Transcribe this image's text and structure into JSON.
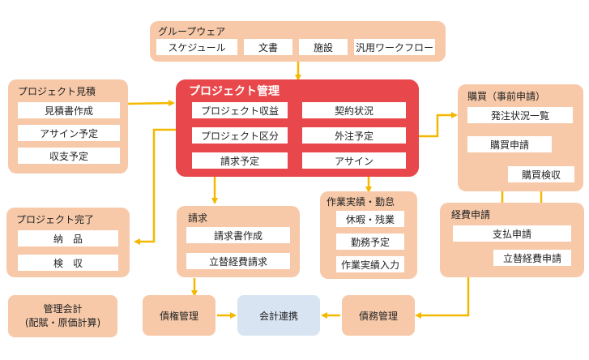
{
  "groupware": {
    "title": "グループウェア",
    "items": [
      "スケジュール",
      "文書",
      "施設",
      "汎用ワークフロー"
    ]
  },
  "estimate": {
    "title": "プロジェクト見積",
    "items": [
      "見積書作成",
      "アサイン予定",
      "収支予定"
    ]
  },
  "main": {
    "title": "プロジェクト管理",
    "items": [
      "プロジェクト収益",
      "契約状況",
      "プロジェクト区分",
      "外注予定",
      "請求予定",
      "アサイン"
    ]
  },
  "purchase": {
    "title": "購買（事前申請）",
    "items": [
      "発注状況一覧",
      "購買申請",
      "購買検収"
    ]
  },
  "completion": {
    "title": "プロジェクト完了",
    "items": [
      "納　品",
      "検　収"
    ]
  },
  "billing": {
    "title": "請求",
    "items": [
      "請求書作成",
      "立替経費請求"
    ]
  },
  "work": {
    "title": "作業実績・勤怠",
    "items": [
      "休暇・残業",
      "勤務予定",
      "作業実績入力"
    ]
  },
  "expense": {
    "title": "経費申請",
    "items": [
      "支払申請",
      "立替経費申請"
    ]
  },
  "mgmt_accounting": {
    "line1": "管理会計",
    "line2": "(配賦・原価計算)"
  },
  "receivables": "債権管理",
  "accounting_link": "会計連携",
  "payables": "債務管理",
  "colors": {
    "group_fill": "#f7c9a9",
    "main_fill": "#e8474b",
    "arrow_yellow": "#f5b800",
    "arrow_red": "#e8474b",
    "link_fill": "#d9e4f3"
  }
}
